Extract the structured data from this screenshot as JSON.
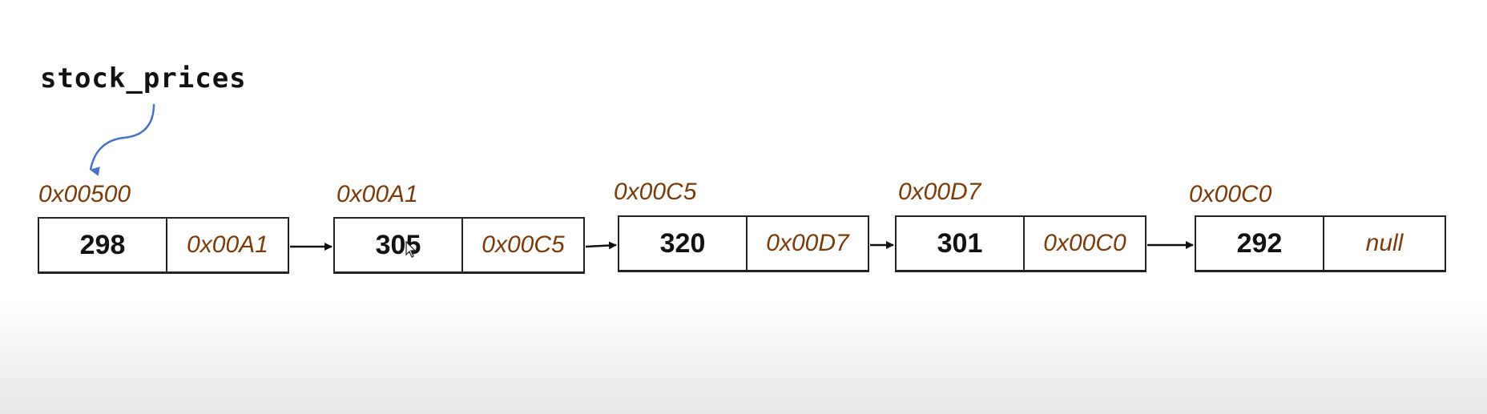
{
  "head": {
    "variable": "stock_prices"
  },
  "nodes": [
    {
      "address": "0x00500",
      "value": "298",
      "next": "0x00A1"
    },
    {
      "address": "0x00A1",
      "value": "305",
      "next": "0x00C5"
    },
    {
      "address": "0x00C5",
      "value": "320",
      "next": "0x00D7"
    },
    {
      "address": "0x00D7",
      "value": "301",
      "next": "0x00C0"
    },
    {
      "address": "0x00C0",
      "value": "292",
      "next": "null"
    }
  ],
  "colors": {
    "address_text": "#7a3b0a",
    "pointer_arrow": "#4a72c4",
    "link_arrow": "#111111"
  }
}
